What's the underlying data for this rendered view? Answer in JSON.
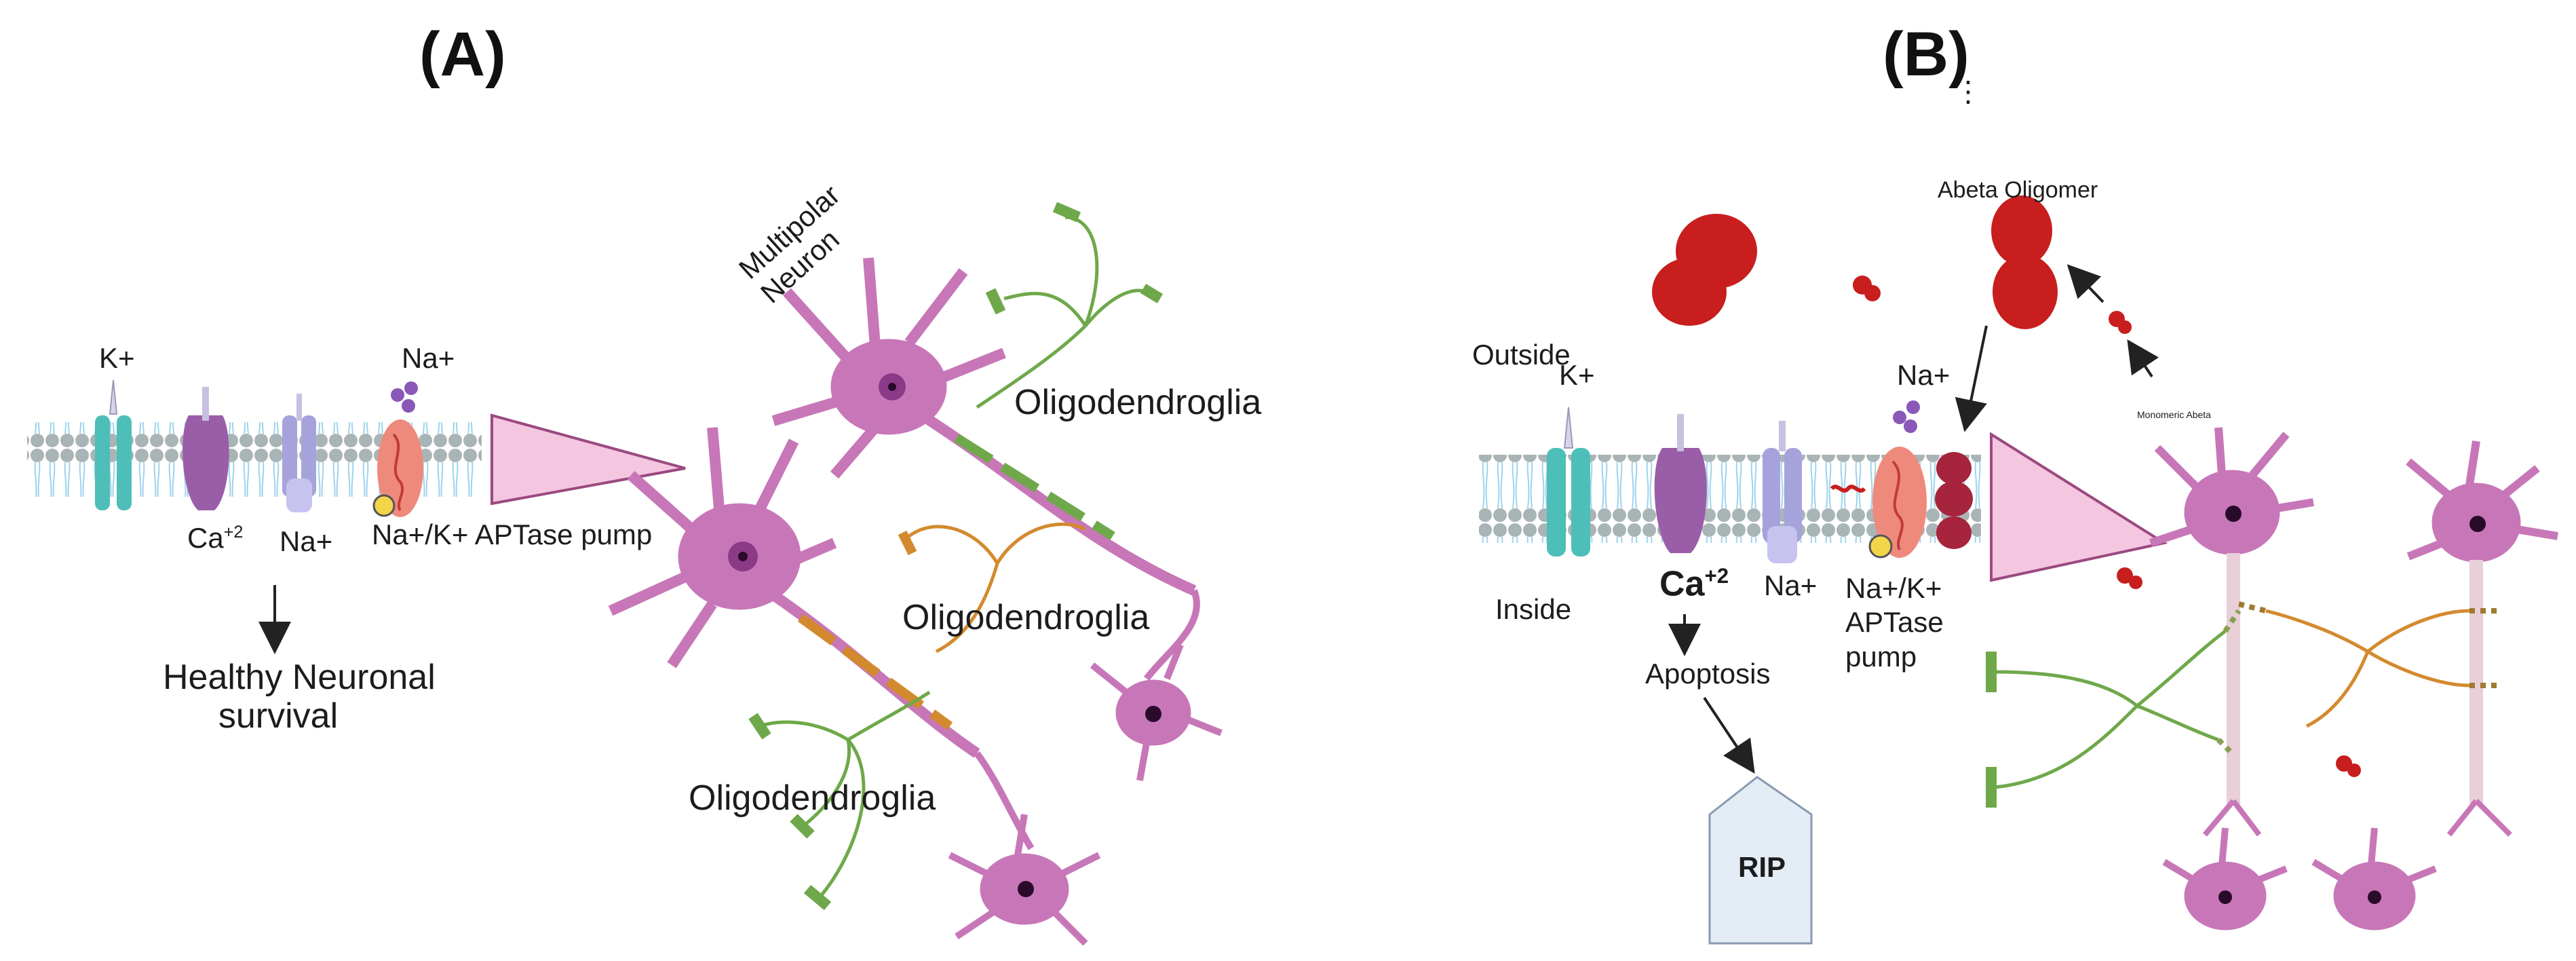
{
  "panels": {
    "a": {
      "letter": "(A)",
      "ion_k": "K+",
      "ion_na_top": "Na+",
      "ion_ca": "Ca",
      "ion_ca_sup": "+2",
      "ion_na": "Na+",
      "pump": "Na+/K+ APTase pump",
      "outcome_line1": "Healthy Neuronal",
      "outcome_line2": "survival",
      "neuron_line1": "Multipolar",
      "neuron_line2": "Neuron",
      "oligo_1": "Oligodendroglia",
      "oligo_2": "Oligodendroglia",
      "oligo_3": "Oligodendroglia"
    },
    "b": {
      "letter": "(B)",
      "outside": "Outside",
      "inside": "Inside",
      "ion_k": "K+",
      "ion_na_top": "Na+",
      "ion_ca": "Ca",
      "ion_ca_sup": "+2",
      "ion_na": "Na+",
      "pump_line1": "Na+/K+",
      "pump_line2": "APTase",
      "pump_line3": "pump",
      "apoptosis": "Apoptosis",
      "rip": "RIP",
      "abeta_oligomer": "Abeta Oligomer",
      "monomeric": "Monomeric Abeta"
    }
  },
  "colors": {
    "neuron": "#c777b8",
    "neuron_dark": "#a4529a",
    "nucleus": "#7a2a76",
    "oligo_green": "#6fa84a",
    "oligo_orange": "#d38a2e",
    "membrane_bead": "#a9b4b6",
    "channel_teal": "#4dbfb8",
    "channel_purple": "#9a5ea8",
    "channel_lavender": "#a6a3dc",
    "pump_red": "#ee8a7c",
    "amyloid_red": "#c81e1e",
    "rip_box": "#e4ecf5",
    "wedge": "#f5c6e0"
  }
}
